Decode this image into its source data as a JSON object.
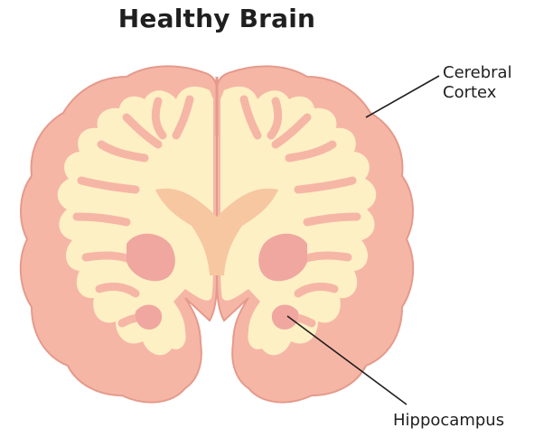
{
  "title": "Healthy Brain",
  "labels": {
    "cortex_line1": "Cerebral",
    "cortex_line2": "Cortex",
    "hippocampus": "Hippocampus"
  },
  "colors": {
    "cortex": "#f6b6a6",
    "cortex_outline": "#e59a8b",
    "white_matter": "#fdf0c5",
    "ventricle": "#f7c7a2",
    "deep_structure": "#f0a7a0",
    "text": "#1f1f1f"
  }
}
